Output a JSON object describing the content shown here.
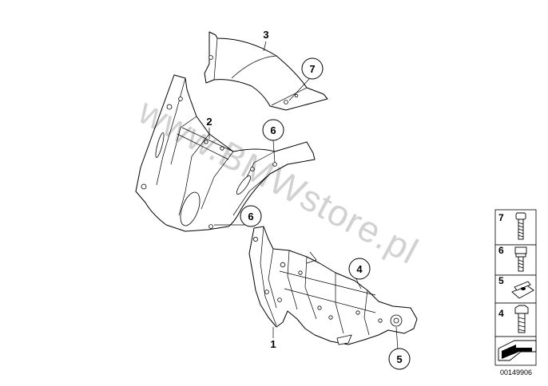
{
  "callouts": [
    {
      "id": "c1",
      "label": "1",
      "circled": false
    },
    {
      "id": "c2",
      "label": "2",
      "circled": false
    },
    {
      "id": "c3",
      "label": "3",
      "circled": false
    },
    {
      "id": "c4",
      "label": "4",
      "circled": true
    },
    {
      "id": "c5",
      "label": "5",
      "circled": true
    },
    {
      "id": "c6a",
      "label": "6",
      "circled": true
    },
    {
      "id": "c6b",
      "label": "6",
      "circled": true
    },
    {
      "id": "c7",
      "label": "7",
      "circled": true
    }
  ],
  "parts_key": [
    {
      "label": "7",
      "icon": "screw-icon"
    },
    {
      "label": "6",
      "icon": "collar-screw-icon"
    },
    {
      "label": "5",
      "icon": "clip-nut-icon"
    },
    {
      "label": "4",
      "icon": "hex-screw-icon"
    }
  ],
  "watermark": "www.BMWstore.pl",
  "diagram_number": "00149906",
  "colors": {
    "line": "#000000",
    "background": "#ffffff"
  }
}
